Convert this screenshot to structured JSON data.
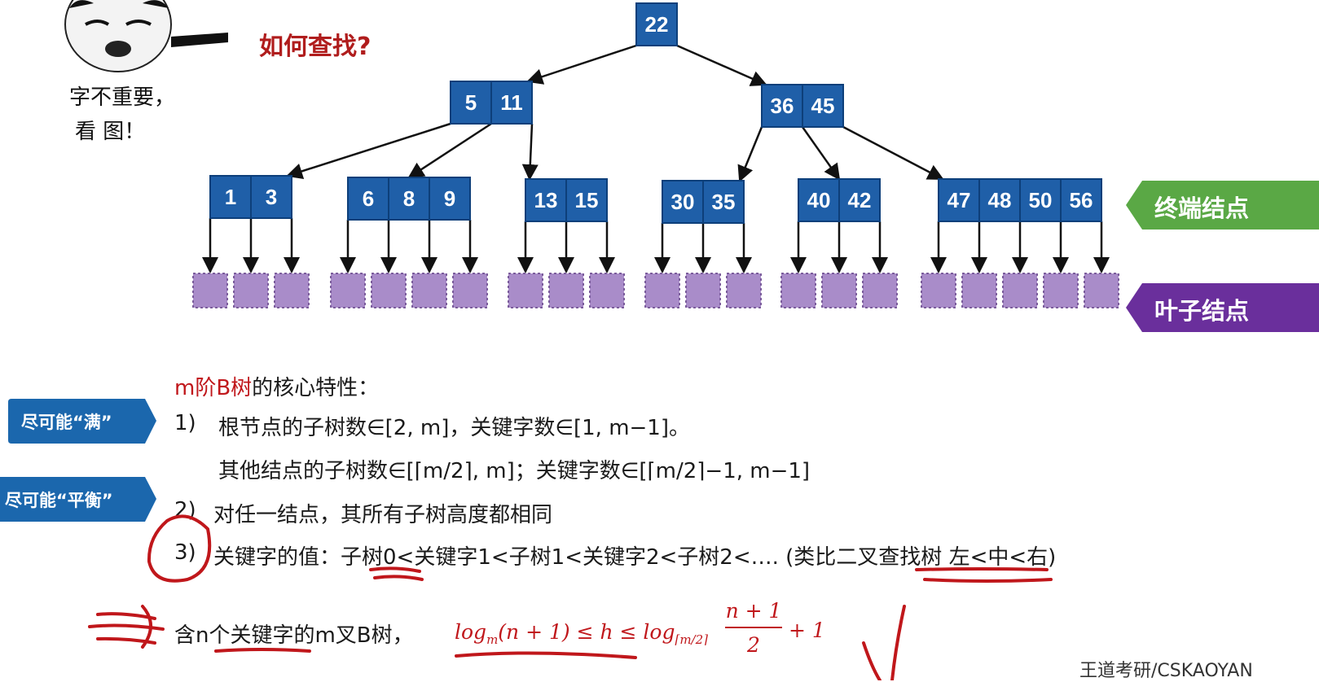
{
  "question": "如何查找?",
  "meme_caption": [
    "字不重要，",
    "看 图！"
  ],
  "tree": {
    "root": [
      "22"
    ],
    "level2": [
      [
        "5",
        "11"
      ],
      [
        "36",
        "45"
      ]
    ],
    "level3": [
      [
        "1",
        "3"
      ],
      [
        "6",
        "8",
        "9"
      ],
      [
        "13",
        "15"
      ],
      [
        "30",
        "35"
      ],
      [
        "40",
        "42"
      ],
      [
        "47",
        "48",
        "50",
        "56"
      ]
    ]
  },
  "labels": {
    "terminal_nodes": "终端结点",
    "leaf_nodes": "叶子结点"
  },
  "properties": {
    "title_red": "m阶B树",
    "title_rest": "的核心特性：",
    "tag_full": "尽可能“满”",
    "tag_balance": "尽可能“平衡”",
    "item1_num": "1)",
    "item1_line1": "根节点的子树数∈[2, m]，关键字数∈[1, m−1]。",
    "item1_line2": "其他结点的子树数∈[⌈m/2⌉, m]；关键字数∈[⌈m/2⌉−1, m−1]",
    "item2_num": "2)",
    "item2_text": "对任一结点，其所有子树高度都相同",
    "item3_num": "3)",
    "item3_text": "关键字的值：子树0<关键字1<子树1<关键字2<子树2<…. (类比二叉查找树 左<中<右)",
    "height_prefix": "含n个关键字的m叉B树，",
    "height_formula_left": "log",
    "height_formula_sub": "m",
    "height_formula_mid": "(n + 1) ≤ h ≤ log",
    "height_formula_sub2": "⌈m/2⌉",
    "height_formula_num": "n + 1",
    "height_formula_den": "2",
    "height_formula_tail": "+ 1"
  },
  "watermark": "王道考研/CSKAOYAN",
  "colors": {
    "node_fill": "#1f5fa8",
    "node_stroke": "#0d3f7a",
    "leaf_fill": "#a98cc9",
    "terminal_tag": "#5aa845",
    "leaf_tag": "#6a2f9c",
    "side_tag": "#1b67ad",
    "ink": "#c0171b"
  }
}
